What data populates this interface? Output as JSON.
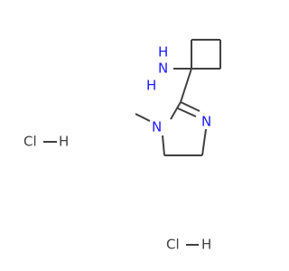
{
  "colors": {
    "bond": "#404040",
    "nitrogen": "#1a1aff",
    "text": "#404040",
    "background": "#ffffff"
  },
  "molecule": {
    "amine_n": "N",
    "amine_h1": "H",
    "amine_h2": "H",
    "ring_n_imine": "N",
    "ring_n_methyl": "N"
  },
  "salts": [
    {
      "cl": "Cl",
      "h": "H"
    },
    {
      "cl": "Cl",
      "h": "H"
    }
  ]
}
